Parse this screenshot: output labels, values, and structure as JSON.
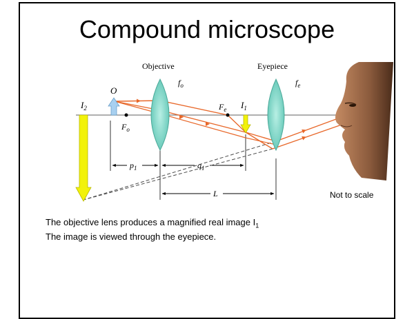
{
  "slide": {
    "title": "Compound microscope",
    "note": "Not to scale",
    "caption_line1_prefix": "The objective lens produces a magnified real image I",
    "caption_line1_sub": "1",
    "caption_line2": "The image is viewed through the eyepiece."
  },
  "diagram": {
    "labels": {
      "objective": "Objective",
      "eyepiece": "Eyepiece",
      "f_o": "f",
      "f_o_sub": "o",
      "f_e": "f",
      "f_e_sub": "e",
      "O": "O",
      "I2": "I",
      "I2_sub": "2",
      "I1": "I",
      "I1_sub": "1",
      "F_o": "F",
      "F_o_sub": "o",
      "F_e": "F",
      "F_e_sub": "e",
      "p1": "p",
      "p1_sub": "1",
      "q1": "q",
      "q1_sub": "1",
      "L": "L"
    },
    "colors": {
      "axis": "#7f7f7f",
      "ray": "#e8682a",
      "lens": "#6ecfc0",
      "object_arrow": "#a8d0f0",
      "image_arrow": "#f2f20a",
      "dashed": "#4a4a4a"
    }
  }
}
